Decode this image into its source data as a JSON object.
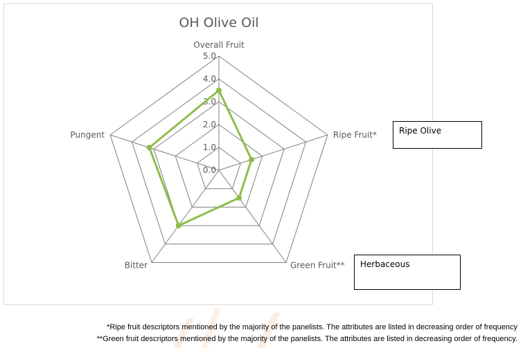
{
  "chart_data": {
    "type": "radar",
    "title": "OH Olive Oil",
    "axes": [
      "Overall Fruit",
      "Ripe Fruit*",
      "Green Fruit**",
      "Bitter",
      "Pungent"
    ],
    "ticks": [
      "0.0",
      "1.0",
      "2.0",
      "3.0",
      "4.0",
      "5.0"
    ],
    "range": [
      0,
      5
    ],
    "series": [
      {
        "values": [
          3.5,
          1.5,
          1.5,
          3.0,
          3.2
        ]
      }
    ],
    "grid": true,
    "colors": {
      "series": "#8fbc4a",
      "grid": "#7f7f7f",
      "title": "#595959"
    }
  },
  "annotations": {
    "ripe_box": "Ripe Olive",
    "green_box": "Herbaceous"
  },
  "footnotes": {
    "ripe": "*Ripe fruit descriptors mentioned by the majority of the panelists. The attributes are listed in decreasing order of frequency",
    "green": "**Green fruit descriptors mentioned by the majority of the panelists. The attributes are listed in decreasing order of frequency."
  }
}
